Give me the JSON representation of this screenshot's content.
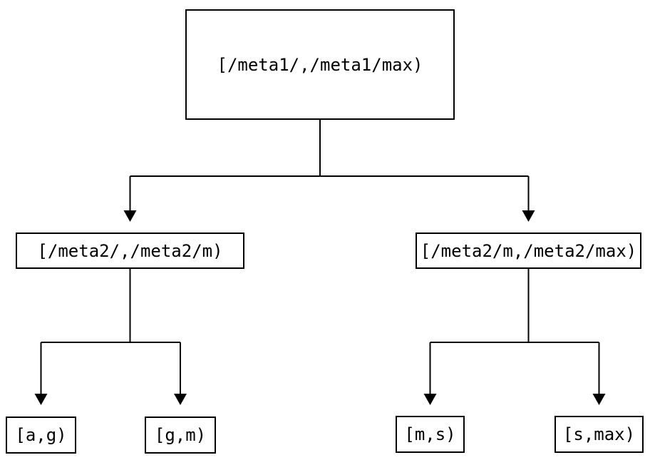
{
  "diagram": {
    "type": "tree",
    "colors": {
      "background": "#ffffff",
      "node_fill": "#ffffff",
      "node_border": "#000000",
      "edge": "#000000",
      "text": "#000000"
    },
    "nodes": {
      "root": {
        "label": "[/meta1/,/meta1/max)"
      },
      "left": {
        "label": "[/meta2/,/meta2/m)"
      },
      "right": {
        "label": "[/meta2/m,/meta2/max)"
      },
      "leaf_ag": {
        "label": "[a,g)"
      },
      "leaf_gm": {
        "label": "[g,m)"
      },
      "leaf_ms": {
        "label": "[m,s)"
      },
      "leaf_smax": {
        "label": "[s,max)"
      }
    },
    "edges": [
      {
        "from": "root",
        "to": "left"
      },
      {
        "from": "root",
        "to": "right"
      },
      {
        "from": "left",
        "to": "leaf_ag"
      },
      {
        "from": "left",
        "to": "leaf_gm"
      },
      {
        "from": "right",
        "to": "leaf_ms"
      },
      {
        "from": "right",
        "to": "leaf_smax"
      }
    ]
  }
}
